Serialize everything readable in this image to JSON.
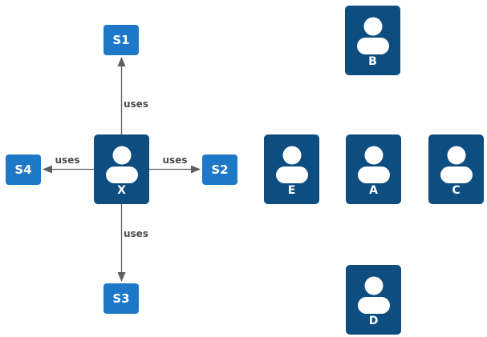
{
  "diagram": {
    "nodes": {
      "x": {
        "label": "X",
        "type": "actor"
      },
      "s1": {
        "label": "S1",
        "type": "system"
      },
      "s2": {
        "label": "S2",
        "type": "system"
      },
      "s3": {
        "label": "S3",
        "type": "system"
      },
      "s4": {
        "label": "S4",
        "type": "system"
      },
      "b": {
        "label": "B",
        "type": "actor"
      },
      "e": {
        "label": "E",
        "type": "actor"
      },
      "a": {
        "label": "A",
        "type": "actor"
      },
      "c": {
        "label": "C",
        "type": "actor"
      },
      "d": {
        "label": "D",
        "type": "actor"
      }
    },
    "edges": [
      {
        "from": "X",
        "to": "S1",
        "label": "uses",
        "direction": "up"
      },
      {
        "from": "X",
        "to": "S2",
        "label": "uses",
        "direction": "right"
      },
      {
        "from": "X",
        "to": "S4",
        "label": "uses",
        "direction": "left"
      },
      {
        "from": "X",
        "to": "S3",
        "label": "uses",
        "direction": "down"
      }
    ],
    "colors": {
      "actor_fill": "#0e4d80",
      "system_fill": "#1e78c8",
      "edge": "#5f5f5f",
      "edge_label": "#4d4d4d",
      "node_text": "#ffffff",
      "background": "#ffffff"
    }
  }
}
